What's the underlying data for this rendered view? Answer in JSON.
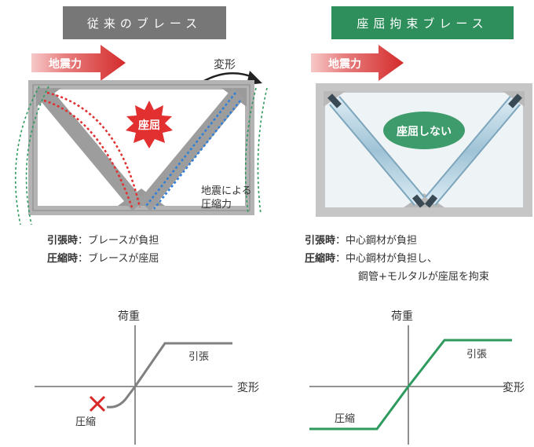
{
  "colors": {
    "conventional_title_bg": "#777777",
    "brb_title_bg": "#2f8f5c",
    "arrow_red": "#d42a2a",
    "buckle_burst": "#e23030",
    "no_buckle_badge": "#3e9b6c",
    "steel_gray": "#9a9a9a",
    "frame_gray": "#c8c8c8",
    "brace_blue": "#a9c7d8",
    "green_curve": "#2e9a5e",
    "red_dotted": "#e03030",
    "blue_dotted": "#2f7fd8",
    "cross_red": "#d82828"
  },
  "left": {
    "title": "従来のブレース",
    "force_label": "地震力",
    "deform_label": "変形",
    "buckle_label": "座屈",
    "compress_force_label_1": "地震による",
    "compress_force_label_2": "圧縮力",
    "note_tension_head": "引張時",
    "note_tension_body": "：ブレースが負担",
    "note_compress_head": "圧縮時",
    "note_compress_body": "：ブレースが座屈",
    "graph": {
      "ylabel": "荷重",
      "xlabel": "変形",
      "tension_label": "引張",
      "compression_label": "圧縮",
      "failure_marker": "cross-icon"
    }
  },
  "right": {
    "title": "座屈拘束ブレース",
    "force_label": "地震力",
    "no_buckle_label": "座屈しない",
    "note_tension_head": "引張時",
    "note_tension_body": "：中心鋼材が負担",
    "note_compress_head": "圧縮時",
    "note_compress_body": "：中心鋼材が負担し、",
    "note_compress_body2": "鋼管+モルタルが座屈を拘束",
    "graph": {
      "ylabel": "荷重",
      "xlabel": "変形",
      "tension_label": "引張",
      "compression_label": "圧縮"
    }
  }
}
